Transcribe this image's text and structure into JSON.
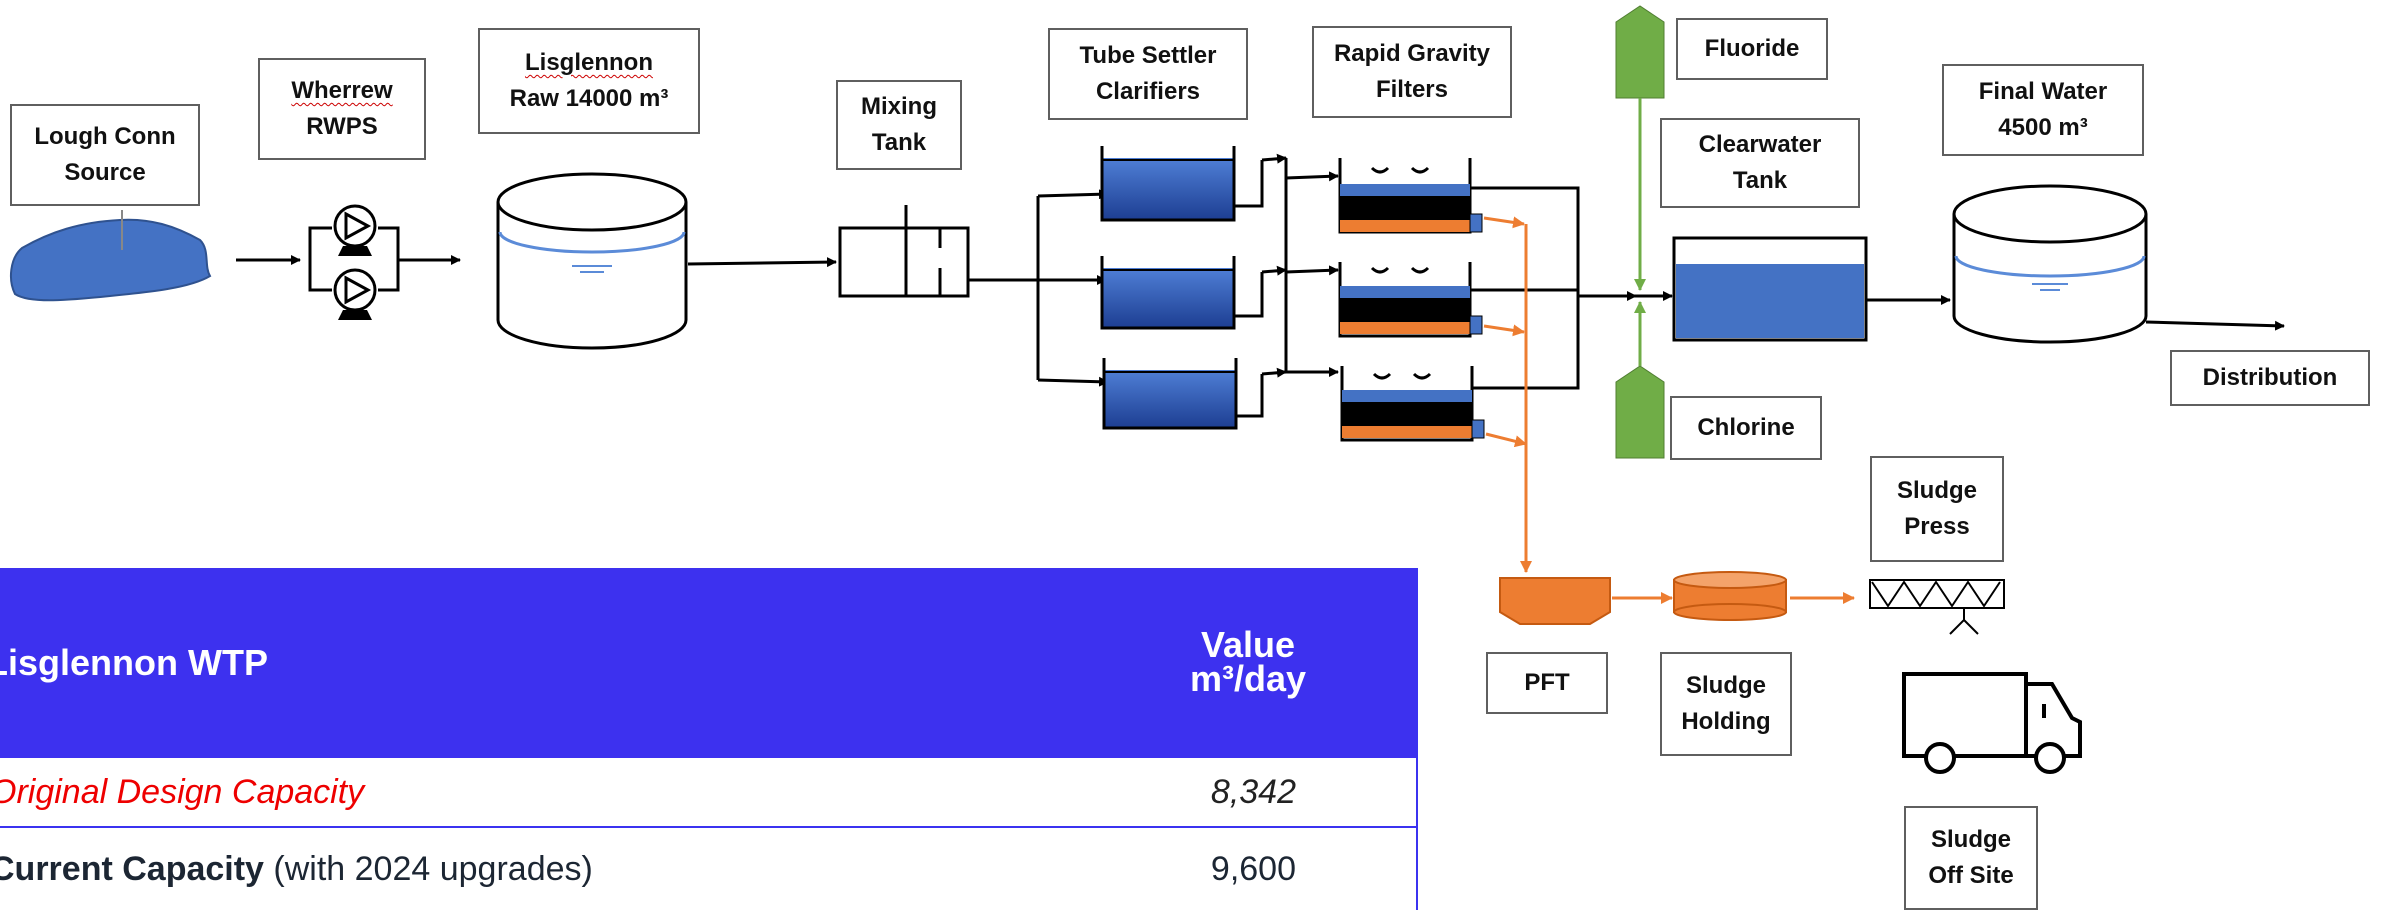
{
  "labels": {
    "lough_conn": [
      "Lough Conn",
      "Source"
    ],
    "wherrew_line1": "Wherrew",
    "wherrew_line2": "RWPS",
    "lisglennon_line1": "Lisglennon",
    "lisglennon_line2": "Raw 14000 m³",
    "mixing_tank": [
      "Mixing",
      "Tank"
    ],
    "tube_settler": [
      "Tube Settler",
      "Clarifiers"
    ],
    "rapid_gravity": [
      "Rapid Gravity",
      "Filters"
    ],
    "fluoride": "Fluoride",
    "clearwater": [
      "Clearwater",
      "Tank"
    ],
    "final_water": [
      "Final Water",
      "4500 m³"
    ],
    "distribution": "Distribution",
    "chlorine": "Chlorine",
    "sludge_press": [
      "Sludge",
      "Press"
    ],
    "pft": "PFT",
    "sludge_holding": [
      "Sludge",
      "Holding"
    ],
    "sludge_off_site": [
      "Sludge",
      "Off Site"
    ]
  },
  "colors": {
    "water": "#4472c4",
    "water_dark": "#1f3f8f",
    "sludge": "#ed7d31",
    "chemical": "#70ad47",
    "table_header": "#3d31ef",
    "original_capacity": "#ee0000"
  },
  "icons": [
    "pump-icon",
    "truck-icon",
    "sludge-press-icon",
    "lake-icon"
  ],
  "table": {
    "header_name": "Lisglennon WTP",
    "header_value_line1": "Value",
    "header_value_line2": "m³/day",
    "rows": [
      {
        "name": "Original Design Capacity",
        "value": "8,342"
      },
      {
        "name_bold": "Current Capacity",
        "name_rest": " (with 2024 upgrades)",
        "value": "9,600"
      }
    ]
  }
}
